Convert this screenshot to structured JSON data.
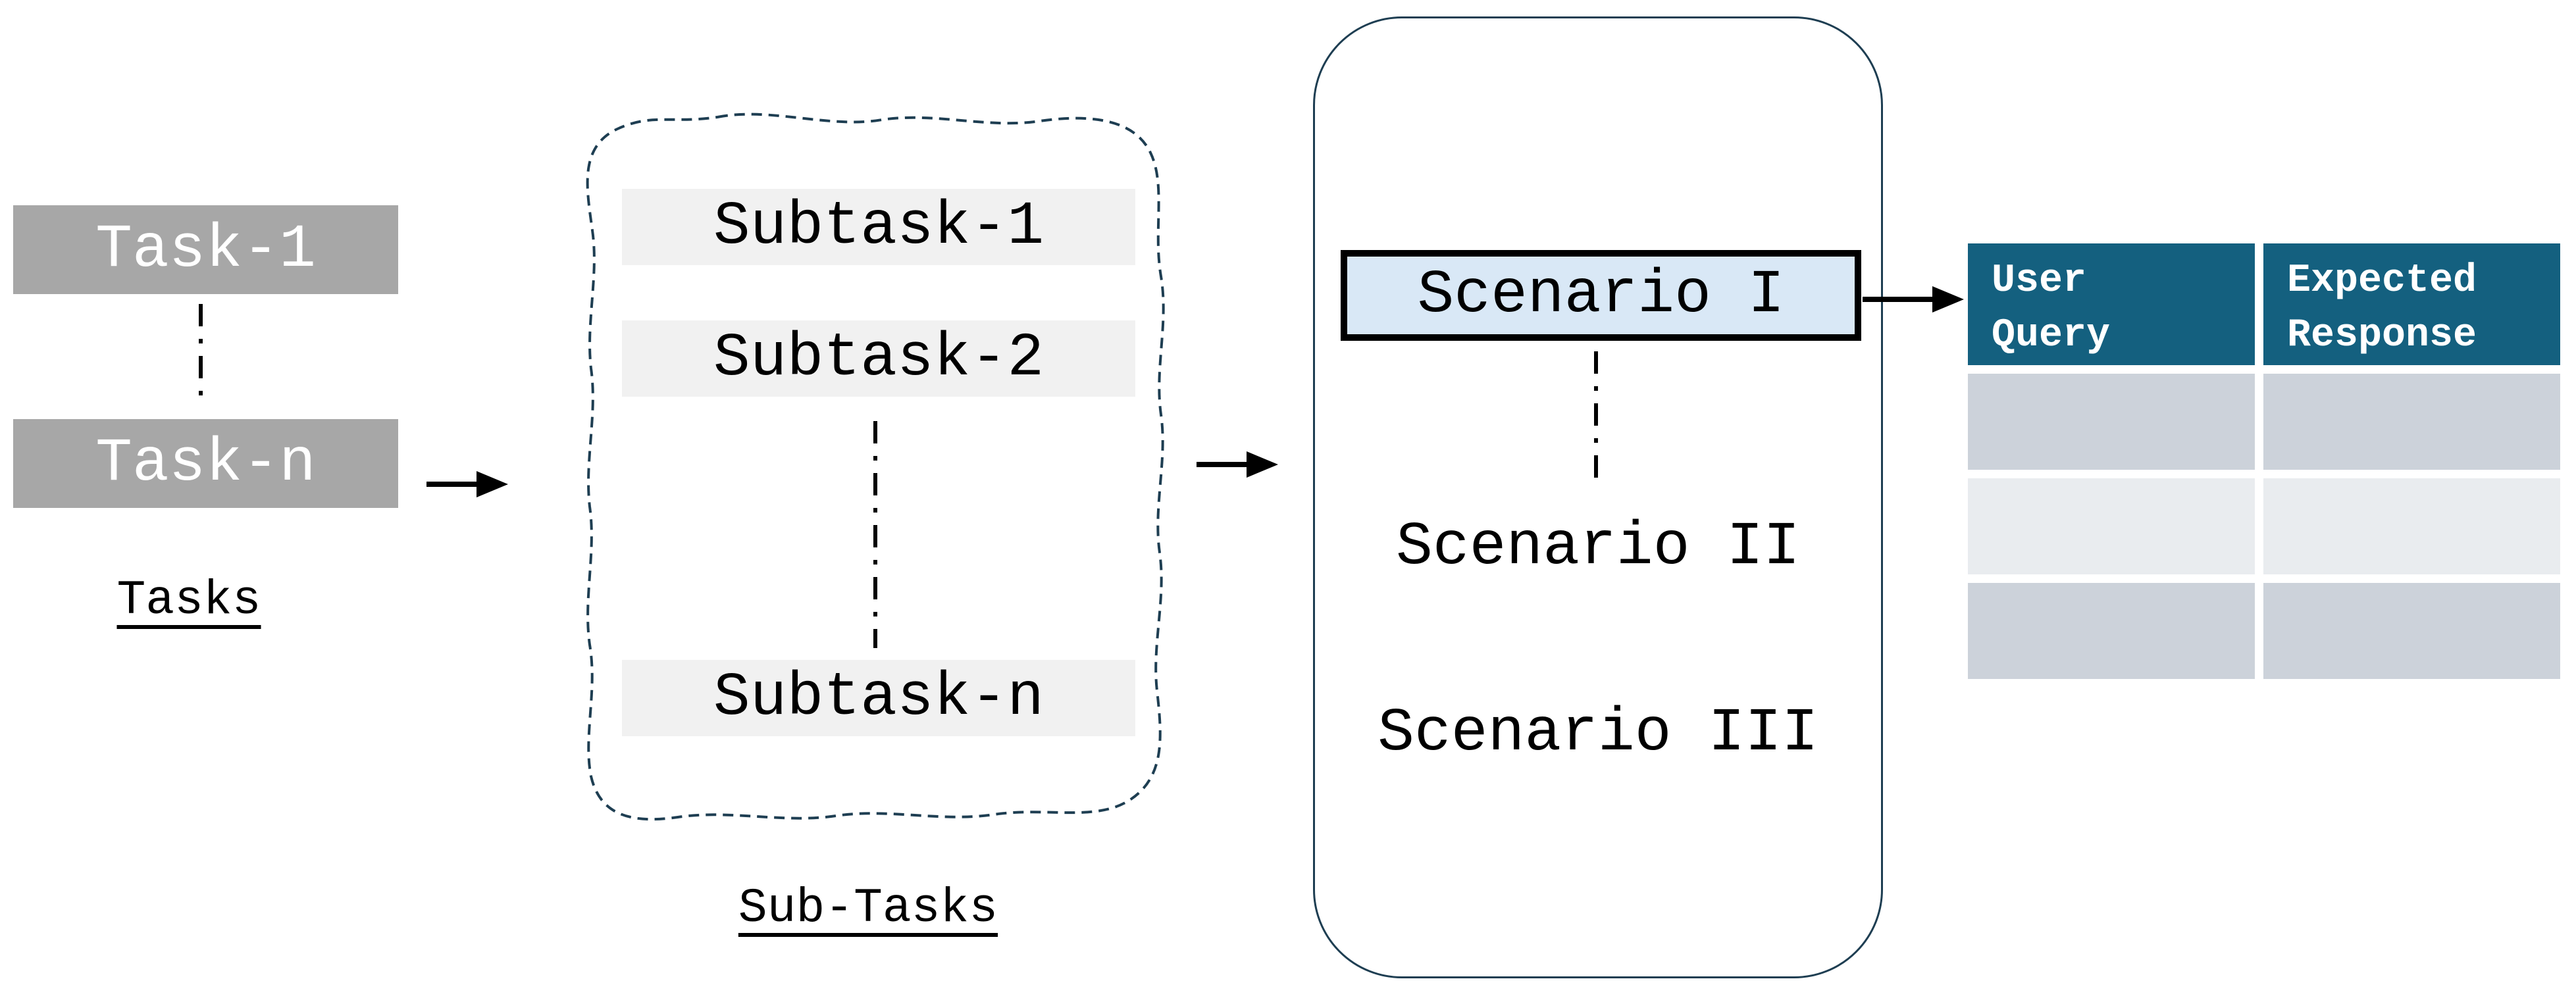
{
  "figure": {
    "tasks_group": {
      "items": [
        "Task-1",
        "Task-n"
      ],
      "label": "Tasks"
    },
    "subtasks_group": {
      "items": [
        "Subtask-1",
        "Subtask-2",
        "Subtask-n"
      ],
      "label": "Sub-Tasks"
    },
    "scenarios_group": {
      "items": [
        "Scenario I",
        "Scenario II",
        "Scenario III"
      ]
    },
    "table": {
      "headers": [
        "User\nQuery",
        "Expected\nResponse"
      ],
      "rows": [
        [
          "",
          ""
        ],
        [
          "",
          ""
        ],
        [
          "",
          ""
        ]
      ]
    },
    "colors": {
      "task_box": "#a7a7a7",
      "task_text": "#ffffff",
      "subtask_box": "#f1f1f1",
      "outline_navy": "#1e3e52",
      "scenario_fill": "#d9e8f6",
      "scenario_border": "#000000",
      "table_header_bg": "#14607f",
      "table_header_text": "#ffffff",
      "table_row_dark": "#ccd2da",
      "table_row_light": "#e9ecef",
      "arrow": "#000000"
    }
  }
}
